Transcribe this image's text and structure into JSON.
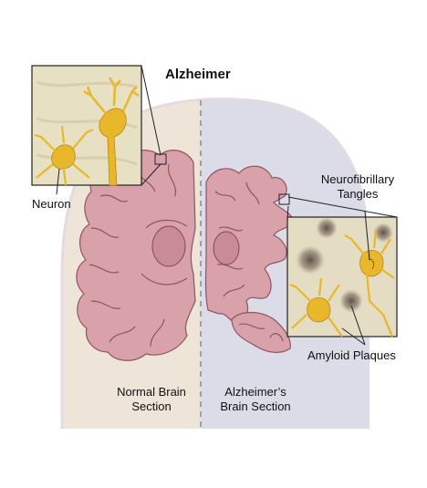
{
  "title": "Alzheimer",
  "labels": {
    "neuron": "Neuron",
    "neurofibrillary_line1": "Neurofibrillary",
    "neurofibrillary_line2": "Tangles",
    "amyloid_plaques": "Amyloid Plaques",
    "normal_line1": "Normal Brain",
    "normal_line2": "Section",
    "alz_line1": "Alzheimer’s",
    "alz_line2": "Brain Section"
  },
  "colors": {
    "normal_background": "#efe4d8",
    "alzheimer_background": "#dcdbe8",
    "brain_tissue": "#d9a2aa",
    "brain_outline": "#8d5560",
    "neuron": "#e8b82a",
    "inset_background": "#e7e0c2",
    "plaque": "#7a6a60"
  }
}
